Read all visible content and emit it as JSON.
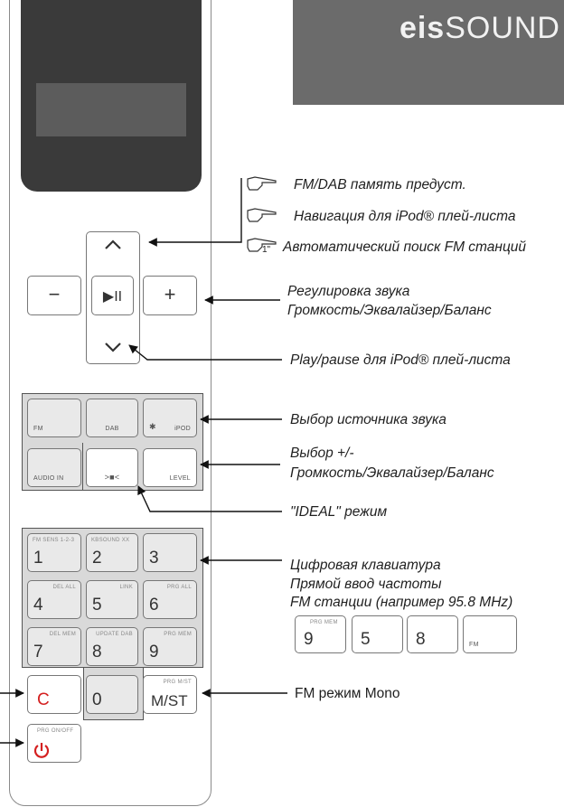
{
  "brand": {
    "logo_bold": "eis",
    "logo_rest": "SOUND"
  },
  "remote": {
    "nav_up": "^",
    "nav_down": "v",
    "minus": "−",
    "plus": "+",
    "play_pause": "▶II",
    "source_keys": [
      {
        "small": "FM",
        "align": "left"
      },
      {
        "small": "DAB",
        "align": "center"
      },
      {
        "small": "iPOD",
        "align": "right",
        "icon": "bluetooth-icon"
      }
    ],
    "audio_in": "AUDIO IN",
    "ideal": ">■<",
    "level": "LEVEL",
    "numpad": [
      {
        "num": "1",
        "sub": "FM SENS 1-2-3",
        "sub_align": "left"
      },
      {
        "num": "2",
        "sub": "KBSOUND XX",
        "sub_align": "left"
      },
      {
        "num": "3",
        "sub": "",
        "sub_align": "left"
      },
      {
        "num": "4",
        "sub": "DEL ALL",
        "sub_align": "right"
      },
      {
        "num": "5",
        "sub": "LINK",
        "sub_align": "right"
      },
      {
        "num": "6",
        "sub": "PRG ALL",
        "sub_align": "right"
      },
      {
        "num": "7",
        "sub": "DEL MEM",
        "sub_align": "right"
      },
      {
        "num": "8",
        "sub": "UPDATE DAB",
        "sub_align": "right"
      },
      {
        "num": "9",
        "sub": "PRG MEM",
        "sub_align": "right"
      }
    ],
    "clear": "C",
    "zero": "0",
    "mst_main": "M/ST",
    "mst_sub": "PRG M/ST",
    "power_sub": "PRG ON/OFF"
  },
  "labels": {
    "preset": "FM/DAB память предуст.",
    "ipod_nav": "Навигация для iPod® плей-листа",
    "auto_search": "Автоматический поиск FM станций",
    "hand_note": "1\"",
    "volume_1": "Регулировка звука",
    "volume_2": "Громкость/Эквалайзер/Баланс",
    "play_pause": "Play/pause для iPod® плей-листа",
    "source": "Выбор источника звука",
    "select_1": "Выбор +/-",
    "select_2": "Громкость/Эквалайзер/Баланс",
    "ideal": "\"IDEAL\" режим",
    "numpad_1": "Цифровая клавиатура",
    "numpad_2": "Прямой ввод частоты",
    "numpad_3": "FM станции (например 95.8 MHz)",
    "mono": "FM режим Mono"
  },
  "example": [
    {
      "num": "9",
      "sub": "PRG MEM"
    },
    {
      "num": "5",
      "sub": ""
    },
    {
      "num": "8",
      "sub": ""
    },
    {
      "num": "",
      "sub": "",
      "small": "FM"
    }
  ]
}
